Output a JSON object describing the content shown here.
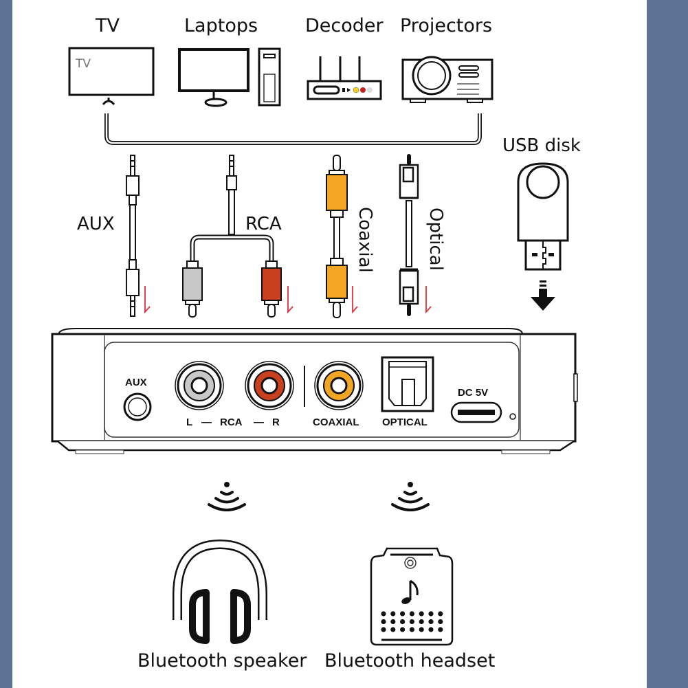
{
  "frame": {
    "border_color": "#5b7294",
    "background": "#ffffff"
  },
  "sources": [
    {
      "label": "TV",
      "icon": "tv-icon",
      "screen_text": "TV"
    },
    {
      "label": "Laptops",
      "icon": "desktop-computer-icon"
    },
    {
      "label": "Decoder",
      "icon": "decoder-icon"
    },
    {
      "label": "Projectors",
      "icon": "projector-icon"
    }
  ],
  "cables": [
    {
      "label": "AUX",
      "type": "3.5mm-jack",
      "colors": []
    },
    {
      "label": "RCA",
      "type": "rca-splitter",
      "colors": [
        "#c8c8c8",
        "#c9401f"
      ]
    },
    {
      "label": "Coaxial",
      "type": "rca",
      "colors": [
        "#f2a623"
      ]
    },
    {
      "label": "Optical",
      "type": "toslink",
      "colors": []
    }
  ],
  "usb": {
    "label": "USB disk"
  },
  "device_panel": {
    "aux_label": "AUX",
    "rca_label_left": "L",
    "rca_label_mid": "RCA",
    "rca_label_right": "R",
    "rca_dash": "—",
    "coaxial_label": "COAXIAL",
    "optical_label": "OPTICAL",
    "power_label": "DC 5V"
  },
  "outputs": [
    {
      "label": "Bluetooth speaker",
      "icon": "headphones-icon"
    },
    {
      "label": "Bluetooth headset",
      "icon": "speaker-icon"
    }
  ],
  "colors": {
    "line": "#111111",
    "arrow": "#e0303a",
    "rca_white": "#c8c8c8",
    "rca_red": "#c9401f",
    "coaxial": "#f2a623"
  }
}
